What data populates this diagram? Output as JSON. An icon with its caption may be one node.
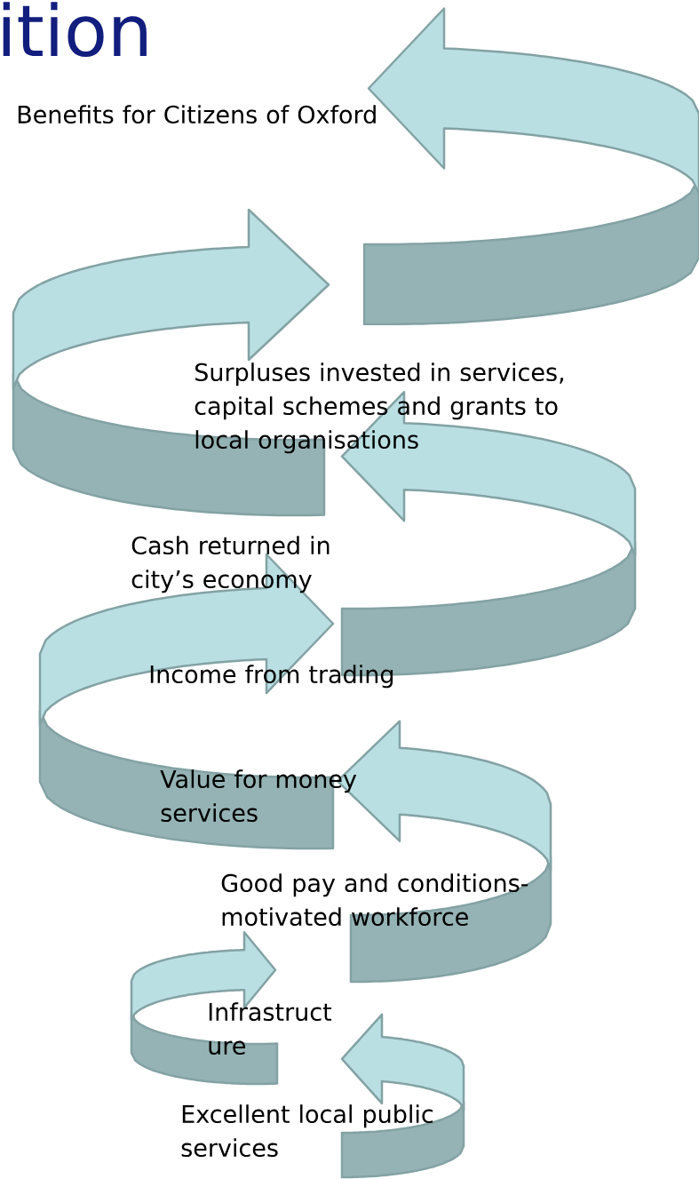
{
  "diagram": {
    "title": "ition",
    "labels": [
      "Benefits for Citizens of Oxford",
      "Surpluses invested in services, capital schemes and grants to local organisations",
      "Cash returned in city’s economy",
      "Income from trading",
      "Value for money services",
      "Good pay and conditions- motivated workforce",
      "Infrastruct ure",
      "Excellent local public services"
    ]
  }
}
